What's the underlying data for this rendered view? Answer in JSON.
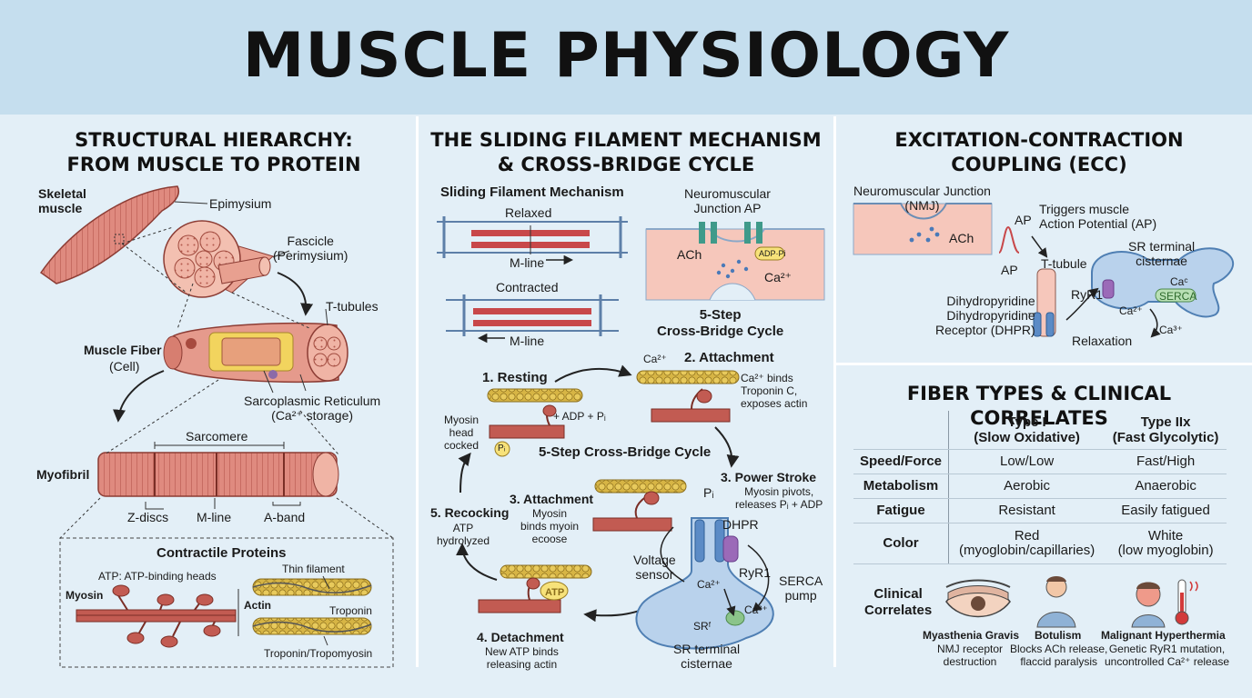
{
  "title": "MUSCLE PHYSIOLOGY",
  "structural": {
    "heading": "STRUCTURAL HIERARCHY:\nFROM MUSCLE TO PROTEIN",
    "skeletal_muscle": "Skeletal\nmuscle",
    "epimysium": "Epimysium",
    "fascicle": "Fascicle\n(Perimysium)",
    "t_tubules": "T-tubules",
    "muscle_fiber": "Muscle Fiber",
    "cell": "(Cell)",
    "sr": "Sarcoplasmic Reticulum\n(Ca²⁺ storage)",
    "sarcomere": "Sarcomere",
    "myofibril": "Myofibril",
    "z_discs": "Z-discs",
    "m_line": "M-line",
    "a_band": "A-band",
    "contractile_title": "Contractile Proteins",
    "thin_filament": "Thin filament",
    "atp_heads": "ATP: ATP-binding heads",
    "myosin": "Myosin",
    "actin": "Actin",
    "troponin": "Troponin",
    "troponin_tropomyosin": "Troponin/Tropomyosin"
  },
  "sliding": {
    "heading": "THE SLIDING FILAMENT MECHANISM\n& CROSS-BRIDGE CYCLE",
    "sub": "Sliding Filament Mechanism",
    "relaxed": "Relaxed",
    "mline_1": "M-line",
    "contracted": "Contracted",
    "mline_2": "M-line",
    "nmj_ap": "Neuromuscular\nJunction AP",
    "ach": "ACh",
    "adp_pi": "ADP·Pi",
    "ca": "Ca²⁺",
    "five_step_1": "5-Step\nCross-Bridge Cycle",
    "step1": "1. Resting",
    "step2": "2. Attachment",
    "step2_desc": "Ca²⁺ binds\nTroponin C,\nexposes actin",
    "ca_small": "Ca²⁺",
    "myosin_cocked": "Myosin\nhead\ncocked",
    "adp_pi_plus": "+ ADP + Pᵢ",
    "pi_badge": "Pᵢ",
    "five_step_2": "5-Step Cross-Bridge Cycle",
    "step3": "3. Power Stroke",
    "step3_desc": "Myosin pivots,\nreleases Pᵢ + ADP",
    "step3b": "3. Attachment",
    "step3b_desc": "Myosin\nbinds myoin\necoose",
    "step5": "5. Recocking",
    "step5_desc": "ATP\nhydrolyzed",
    "atp_badge": "ATP",
    "step4": "4. Detachment",
    "step4_desc": "New ATP binds\nreleasing actin",
    "pi_label": "Pᵢ",
    "dhpr": "DHPR",
    "voltage_sensor": "Voltage\nsensor",
    "ryr1": "RyR1",
    "serca_pump": "SERCA\npump",
    "ca_in": "Ca²⁺",
    "ca_out": "Ca³⁺",
    "sr_label": "SRᶠ",
    "sr_terminal": "SR terminal\ncisternae"
  },
  "ecc": {
    "heading": "EXCITATION-CONTRACTION\nCOUPLING (ECC)",
    "nmj": "Neuromuscular Junction\n(NMJ)",
    "ach": "ACh",
    "ap": "AP",
    "triggers": "Triggers muscle\nAction Potential (AP)",
    "sr_terminal": "SR terminal\ncisternae",
    "ap2": "AP",
    "t_tubule": "T-tubule",
    "ryr1": "RyR1",
    "ca1": "Caᶜ",
    "serca": "SERCA",
    "dhpr": "Dihydropyridine\nDihydropyridine\nReceptor (DHPR)",
    "ca2": "Ca²⁺",
    "relaxation": "Relaxation",
    "ca3": "Ca³⁺"
  },
  "fiber": {
    "heading": "FIBER TYPES & CLINICAL CORRELATES",
    "col1": "Type I\n(Slow Oxidative)",
    "col2": "Type IIx\n(Fast Glycolytic)",
    "rows": [
      {
        "label": "Speed/Force",
        "a": "Low/Low",
        "b": "Fast/High"
      },
      {
        "label": "Metabolism",
        "a": "Aerobic",
        "b": "Anaerobic"
      },
      {
        "label": "Fatigue",
        "a": "Resistant",
        "b": "Easily fatigued"
      },
      {
        "label": "Color",
        "a": "Red\n(myoglobin/capillaries)",
        "b": "White\n(low myoglobin)"
      }
    ],
    "clinical_label": "Clinical\nCorrelates",
    "mg_title": "Myasthenia Gravis",
    "mg_desc": "NMJ receptor\ndestruction",
    "bot_title": "Botulism",
    "bot_desc": "Blocks ACh release,\nflaccid paralysis",
    "mh_title": "Malignant Hyperthermia",
    "mh_desc": "Genetic RyR1 mutation,\nuncontrolled Ca²⁺ release"
  },
  "colors": {
    "header_bg": "#c5deee",
    "body_bg": "#e3eff7",
    "muscle": "#d9776c",
    "actin": "#d8b84a",
    "membrane": "#5d8fbf"
  }
}
